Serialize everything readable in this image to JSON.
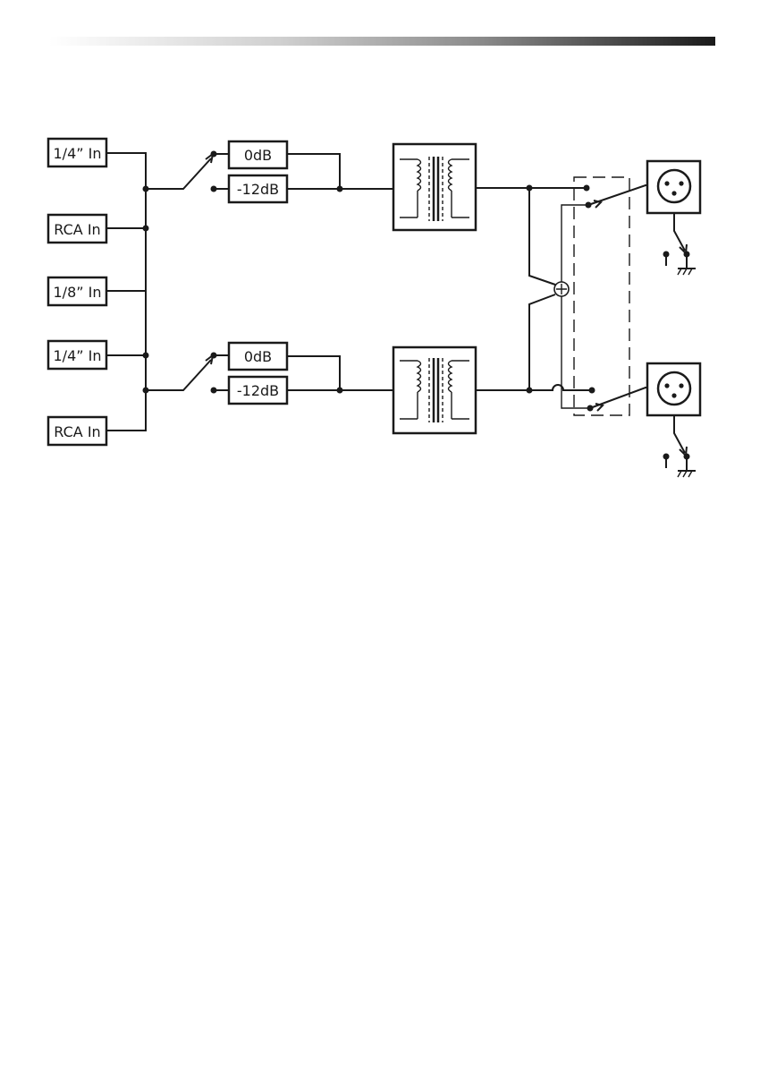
{
  "inputs": [
    {
      "label": "1/4” In"
    },
    {
      "label": "RCA In"
    },
    {
      "label": "1/8” In"
    },
    {
      "label": "1/4” In"
    },
    {
      "label": "RCA In"
    }
  ],
  "channel_a": {
    "pad_0db": "0dB",
    "pad_12db": "-12dB"
  },
  "channel_b": {
    "pad_0db": "0dB",
    "pad_12db": "-12dB"
  },
  "colors": {
    "line": "#1a1a1a",
    "background": "#ffffff"
  },
  "icons": [
    "transformer-icon",
    "xlr-connector-icon",
    "ground-lift-switch-icon",
    "summing-junction-icon"
  ]
}
